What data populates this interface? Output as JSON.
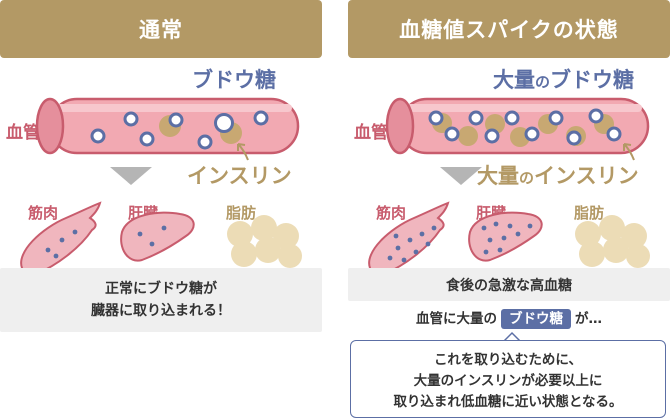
{
  "colors": {
    "header_gold": "#b39965",
    "vessel_pink": "#f2a9b2",
    "vessel_border": "#c85c6d",
    "organ_pink": "#d9848f",
    "glucose_blue": "#5c6fa5",
    "insulin_gold": "#c8a872",
    "fat_beige": "#ecdcb6",
    "gray_box": "#efefef",
    "arrow_gray": "#b5b5b5"
  },
  "normal": {
    "title": "通常",
    "glucose_label": "ブドウ糖",
    "vessel_label": "血管",
    "insulin_label": "インスリン",
    "organs": {
      "muscle": "筋肉",
      "liver": "肝臓",
      "fat": "脂肪"
    },
    "summary": [
      "正常にブドウ糖が",
      "臓器に取り込まれる！"
    ]
  },
  "spike": {
    "title": "血糖値スパイクの状態",
    "glucose_label_prefix": "大量",
    "glucose_label_particle": "の",
    "glucose_label_main": "ブドウ糖",
    "vessel_label": "血管",
    "insulin_label_prefix": "大量",
    "insulin_label_particle": "の",
    "insulin_label_main": "インスリン",
    "organs": {
      "muscle": "筋肉",
      "liver": "肝臓",
      "fat": "脂肪"
    },
    "summary": "食後の急激な高血糖",
    "sub_prefix": "血管に大量の",
    "sub_badge": "ブドウ糖",
    "sub_suffix": "が…",
    "callout": [
      "これを取り込むために、",
      "大量のインスリンが必要以上に",
      "取り込まれ低血糖に近い状態となる。"
    ]
  }
}
